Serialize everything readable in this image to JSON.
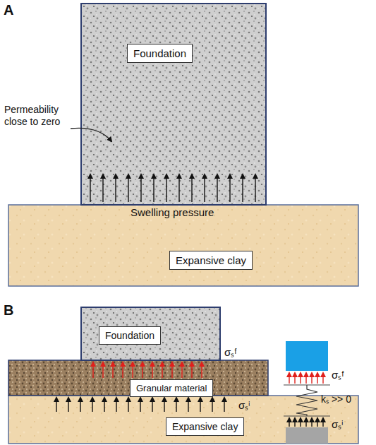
{
  "diagram": {
    "nodes": [
      {
        "text": [
          "Foundation"
        ]
      },
      {
        "text": [
          "Expansive clay"
        ]
      },
      {
        "text": [
          "Foundation"
        ]
      },
      {
        "text": [
          "Granular material"
        ]
      },
      {
        "text": [
          "Expansive clay"
        ]
      }
    ],
    "labels": [
      "A",
      "Permeability close to zero",
      "Swelling pressure",
      "B",
      "σₛᶠ",
      "σₛⁱ",
      "σₛᶠ",
      "kₛ >> 0",
      "σₛⁱ"
    ]
  }
}
